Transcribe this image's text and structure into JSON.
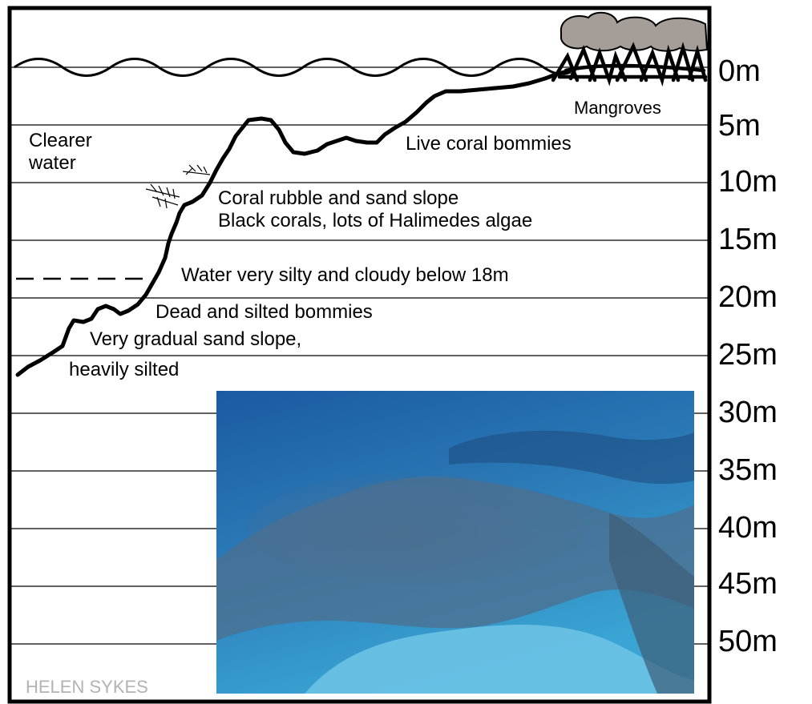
{
  "depth_scale": {
    "unit": "m",
    "labels": [
      "0m",
      "5m",
      "10m",
      "15m",
      "20m",
      "25m",
      "30m",
      "35m",
      "40m",
      "45m",
      "50m"
    ]
  },
  "annotations": {
    "mangroves": "Mangroves",
    "live_coral": "Live coral bommies",
    "clearer_water": [
      "Clearer",
      "water"
    ],
    "rubble": [
      "Coral rubble and sand slope",
      "Black corals, lots of Halimedes algae"
    ],
    "silty": "Water very silty and cloudy below 18m",
    "dead": "Dead and silted bommies",
    "gradual": [
      "Very gradual sand slope,",
      "heavily silted"
    ]
  },
  "photo": {
    "subject": "underwater-reef-photo"
  },
  "credit": "HELEN SYKES",
  "colors": {
    "line": "#000000",
    "gridline": "#000000",
    "mangrove_canopy": "#a59d98",
    "water_photo_deep": "#1f63a8",
    "water_photo_shallow": "#3a9fd0",
    "credit_text": "#b3b3b3"
  }
}
